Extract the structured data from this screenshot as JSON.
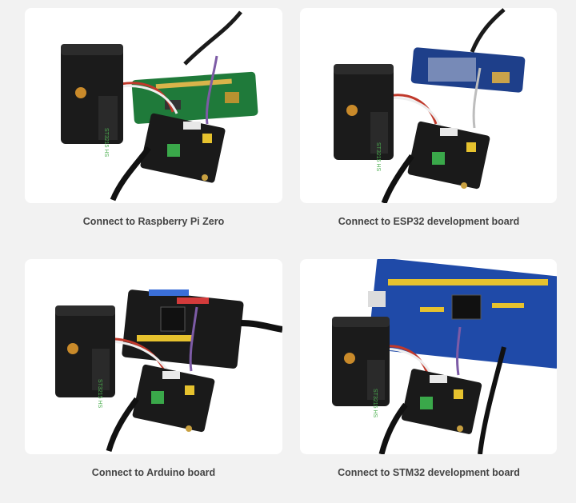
{
  "panels": [
    {
      "caption": "Connect to Raspberry Pi Zero",
      "servo_label": "ST3215 HS"
    },
    {
      "caption": "Connect to ESP32 development board",
      "servo_label": "ST3215 HS"
    },
    {
      "caption": "Connect to Arduino board",
      "servo_label": "ST3215 HS"
    },
    {
      "caption": "Connect to STM32 development board",
      "servo_label": "ST3215 HS"
    }
  ]
}
